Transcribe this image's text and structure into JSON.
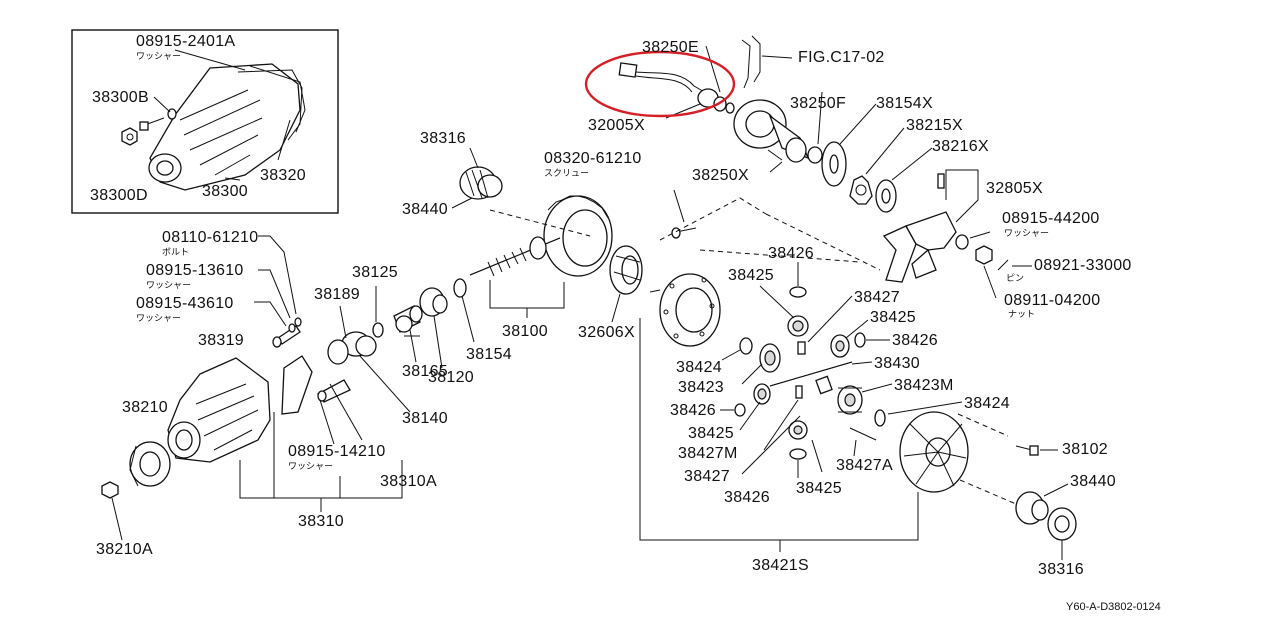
{
  "figure_code": "Y60-A-D3802-0124",
  "highlight_color": "#d62027",
  "labels": {
    "p08915_2401A": "08915-2401A",
    "p38300B": "38300B",
    "p38300D": "38300D",
    "p38300": "38300",
    "p38320": "38320",
    "p38316_top": "38316",
    "p38440_left": "38440",
    "p08110_61210": "08110-61210",
    "p08915_13610": "08915-13610",
    "p08915_43610": "08915-43610",
    "p38319": "38319",
    "p38125": "38125",
    "p38189": "38189",
    "p38165": "38165",
    "p38120": "38120",
    "p38140": "38140",
    "p38154": "38154",
    "p38100": "38100",
    "p38210": "38210",
    "p08915_14210": "08915-14210",
    "p38310A": "38310A",
    "p38310": "38310",
    "p38210A": "38210A",
    "p38250E": "38250E",
    "fig_c17_02": "FIG.C17-02",
    "p32005X": "32005X",
    "p38250F": "38250F",
    "p38154X": "38154X",
    "p38215X": "38215X",
    "p38216X": "38216X",
    "p38250X": "38250X",
    "p08320_61210": "08320-61210",
    "p32805X": "32805X",
    "p08915_44200": "08915-44200",
    "p08921_33000": "08921-33000",
    "p08911_04200": "08911-04200",
    "p32606X": "32606X",
    "p38426_a": "38426",
    "p38425_a": "38425",
    "p38427_a": "38427",
    "p38425_b": "38425",
    "p38426_b": "38426",
    "p38430": "38430",
    "p38424_a": "38424",
    "p38423": "38423",
    "p38423M": "38423M",
    "p38426_c": "38426",
    "p38424_b": "38424",
    "p38425_c": "38425",
    "p38427M": "38427M",
    "p38427_b": "38427",
    "p38427A": "38427A",
    "p38426_d": "38426",
    "p38425_d": "38425",
    "p38102": "38102",
    "p38440_right": "38440",
    "p38421S": "38421S",
    "p38316_bottom": "38316"
  },
  "japanese": {
    "washer": "ワッシャー",
    "bolt": "ボルト",
    "screw": "スクリュー",
    "pin": "ピン",
    "nut": "ナット"
  }
}
